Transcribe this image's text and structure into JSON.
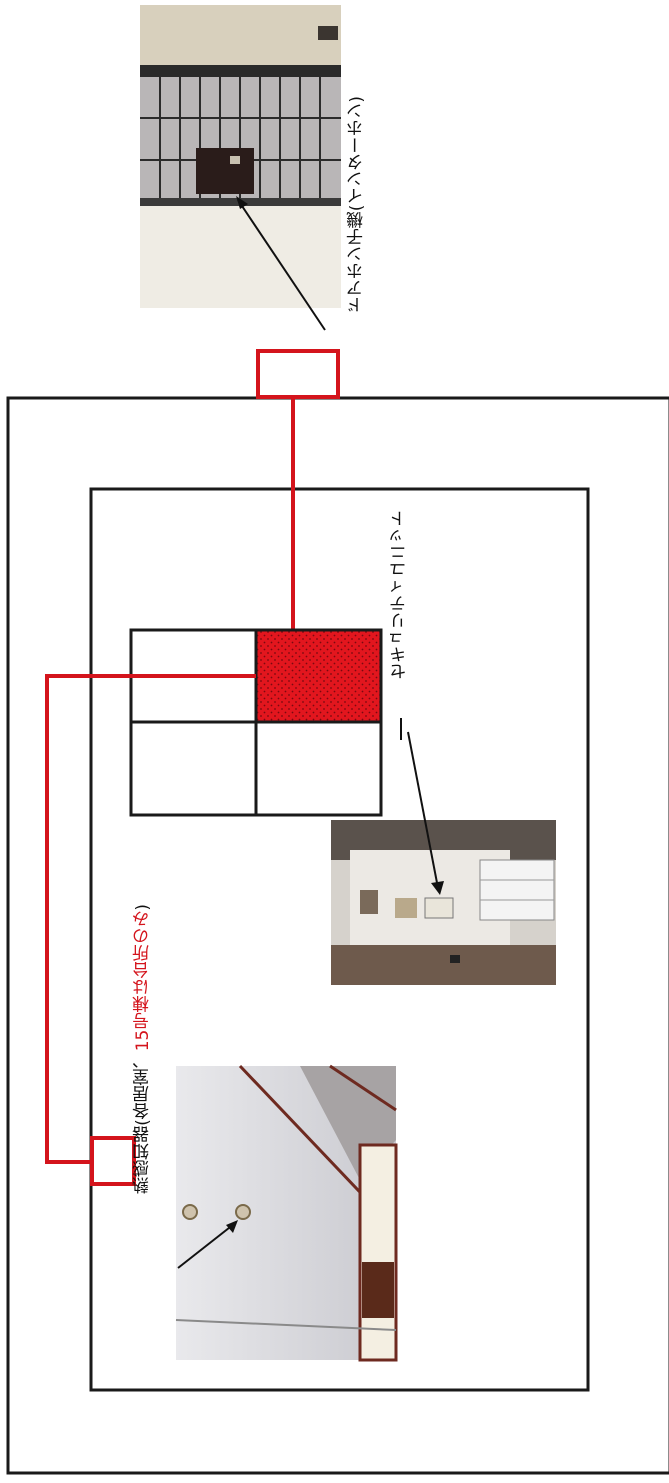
{
  "labels": {
    "intercom": "ドアホン子機(インターホン)",
    "security_unit": "セキュリティユニット",
    "heat_detector": "熱感知器(各居室、",
    "heat_detector_note": "15号棟は台所のみ",
    "heat_detector_close": ")"
  },
  "colors": {
    "accent": "#d4141c",
    "frame": "#1a1a1a"
  }
}
